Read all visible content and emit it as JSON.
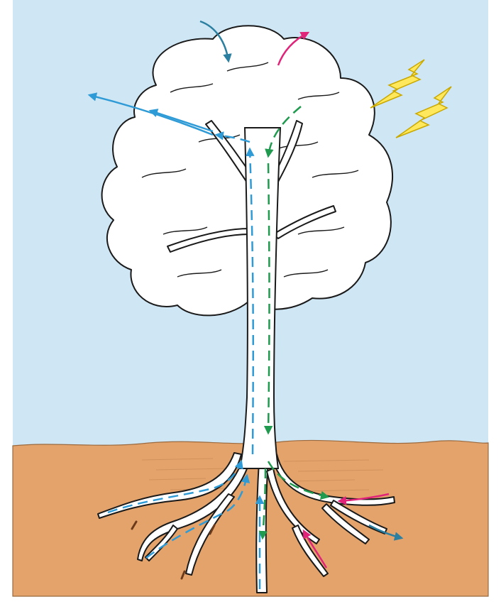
{
  "diagram": {
    "colors": {
      "sky": "#cfe6f4",
      "soil": "#e4a36b",
      "soil_dark": "#c98a55",
      "canopy": "#ffffff",
      "outline": "#1a1a1a",
      "water_flow": "#2f9bd6",
      "sugar_flow": "#1f9a4e",
      "co2_flow": "#2b7fa0",
      "oxygen_flow": "#e0247a",
      "root_inflow": "#e0247a",
      "sunlight": "#ffe85c",
      "sunlight_outline": "#c9a800",
      "root_tip": "#6a3a1a"
    },
    "elements": [
      "sky-background",
      "soil-ground",
      "tree-canopy",
      "tree-trunk",
      "root-system",
      "sunlight-bolt-icon",
      "sunlight-bolt-icon",
      "co2-intake-arrow",
      "oxygen-release-arrow",
      "water-vapor-arrows",
      "water-uptake-arrows",
      "sugar-transport-arrows",
      "root-inflow-arrows"
    ]
  }
}
